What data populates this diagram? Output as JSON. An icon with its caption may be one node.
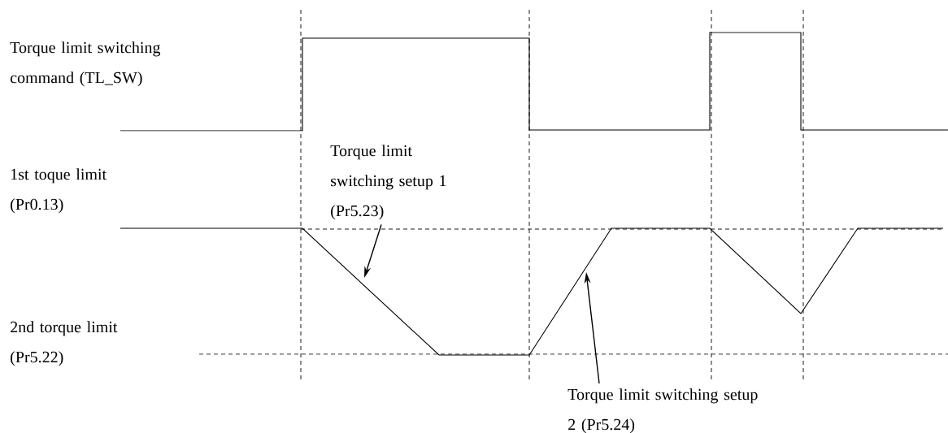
{
  "diagram": {
    "nodes": [
      {
        "text": [
          "Torque limit switching setup 1 (Pr5.23)"
        ]
      },
      {
        "text": [
          "Torque limit switching setup 2 (Pr5.24)"
        ]
      }
    ],
    "edges": [
      {
        "from": 0,
        "to": null,
        "arrow": "to"
      },
      {
        "from": 1,
        "to": null,
        "arrow": "to"
      }
    ],
    "labels": [
      "Torque limit switching command (TL_SW)",
      "1st toque limit (Pr0.13)",
      "2nd torque limit (Pr5.22)"
    ]
  }
}
